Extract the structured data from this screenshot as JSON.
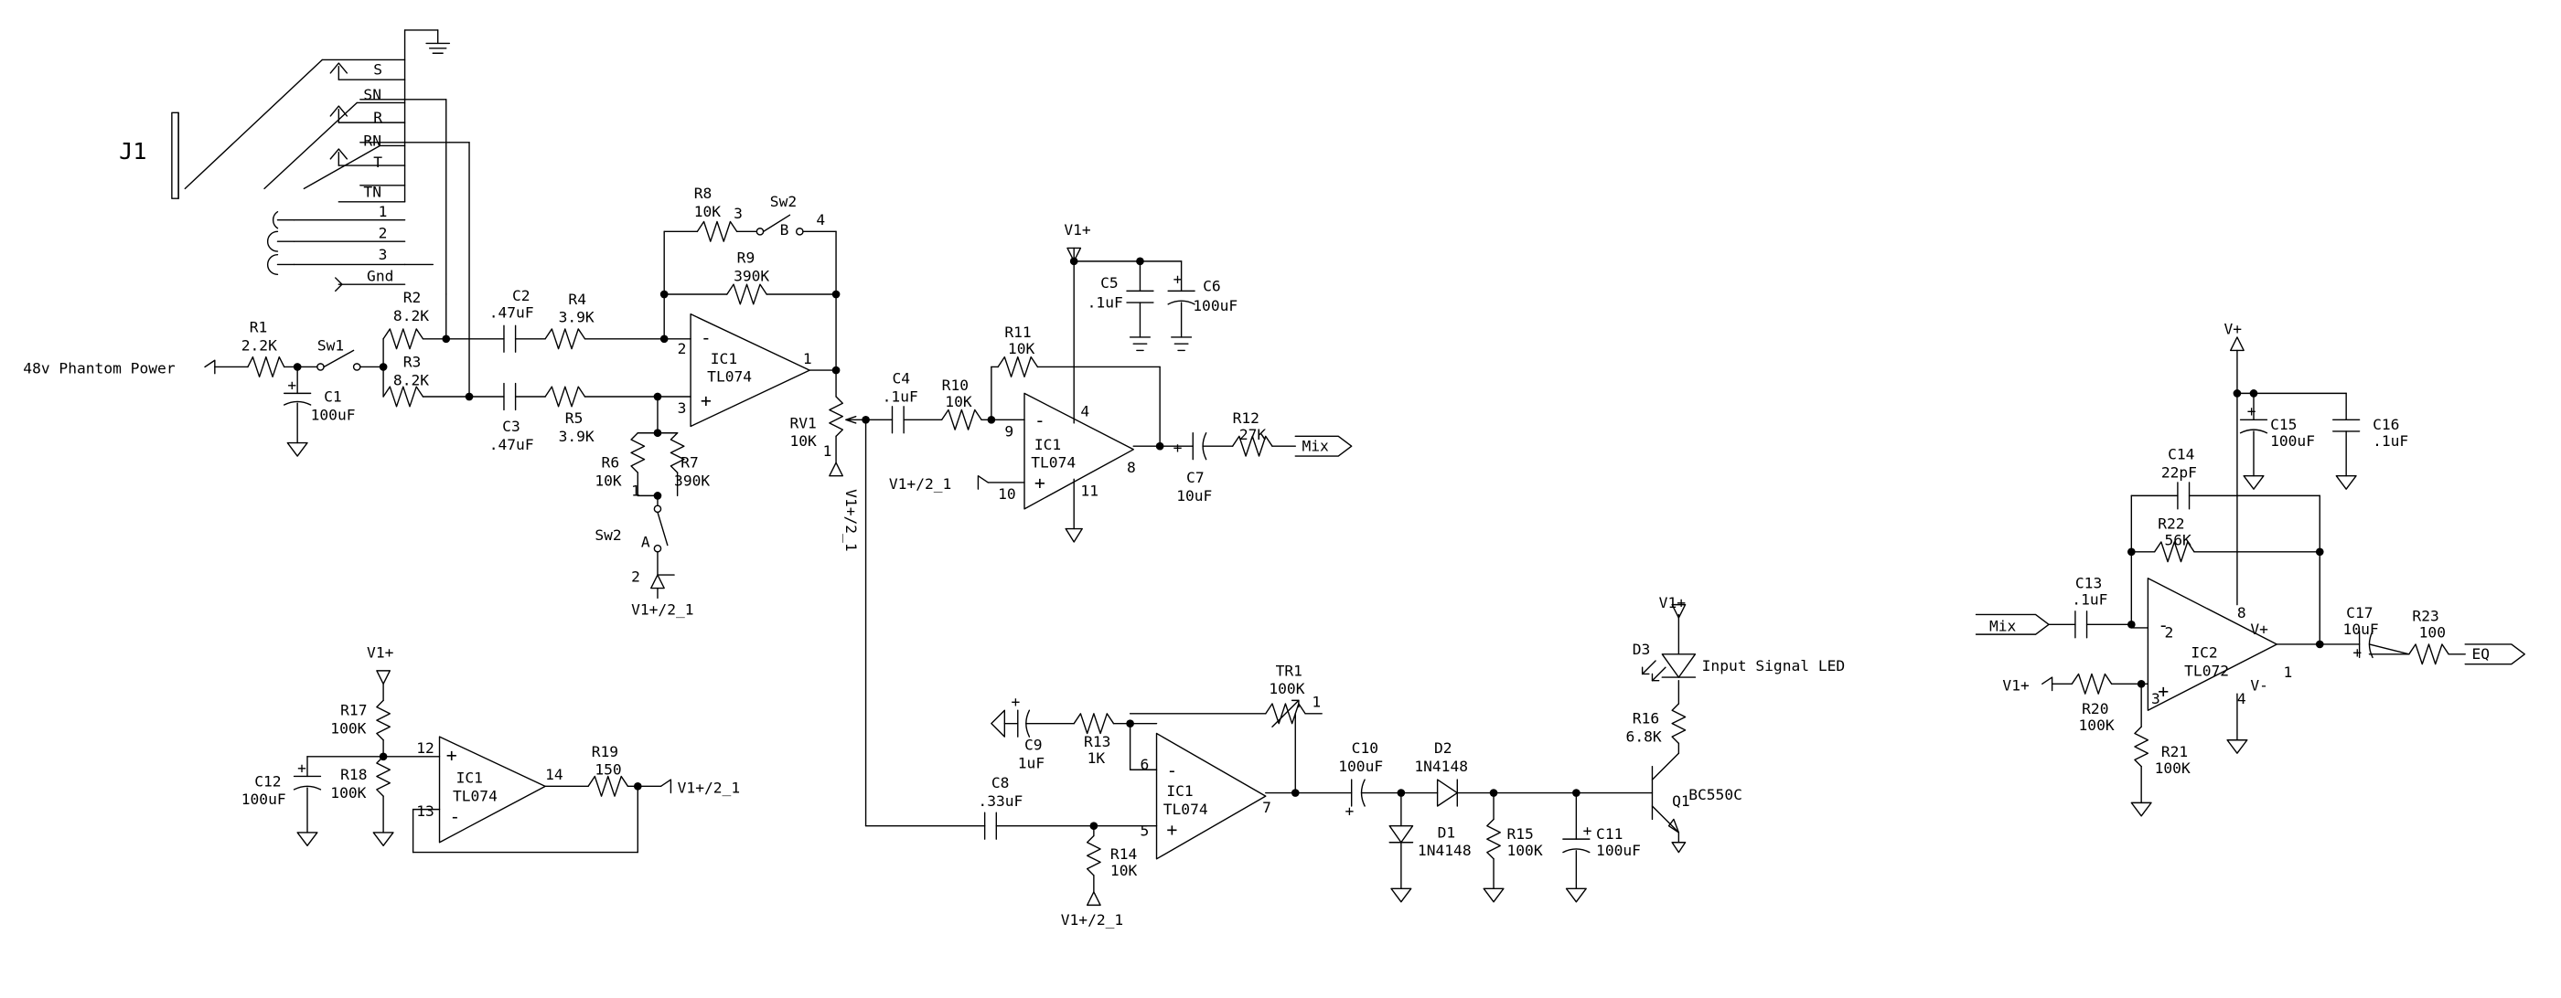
{
  "components": {
    "J1": [
      "J1"
    ],
    "R1": [
      "R1",
      "2.2K"
    ],
    "R2": [
      "R2",
      "8.2K"
    ],
    "R3": [
      "R3",
      "8.2K"
    ],
    "R4": [
      "R4",
      "3.9K"
    ],
    "R5": [
      "R5",
      "3.9K"
    ],
    "R6": [
      "R6",
      "10K"
    ],
    "R7": [
      "R7",
      "390K"
    ],
    "R8": [
      "R8",
      "10K"
    ],
    "R9": [
      "R9",
      "390K"
    ],
    "R10": [
      "R10",
      "10K"
    ],
    "R11": [
      "R11",
      "10K"
    ],
    "R12": [
      "R12",
      "27K"
    ],
    "R13": [
      "R13",
      "1K"
    ],
    "R14": [
      "R14",
      "10K"
    ],
    "R15": [
      "R15",
      "100K"
    ],
    "R16": [
      "R16",
      "6.8K"
    ],
    "R17": [
      "R17",
      "100K"
    ],
    "R18": [
      "R18",
      "100K"
    ],
    "R19": [
      "R19",
      "150"
    ],
    "R20": [
      "R20",
      "100K"
    ],
    "R21": [
      "R21",
      "100K"
    ],
    "R22": [
      "R22",
      "56K"
    ],
    "R23": [
      "R23",
      "100"
    ],
    "RV1": [
      "RV1",
      "10K"
    ],
    "TR1": [
      "TR1",
      "100K"
    ],
    "C1": [
      "C1",
      "100uF"
    ],
    "C2": [
      "C2",
      ".47uF"
    ],
    "C3": [
      "C3",
      ".47uF"
    ],
    "C4": [
      "C4",
      ".1uF"
    ],
    "C5": [
      "C5",
      ".1uF"
    ],
    "C6": [
      "C6",
      "100uF"
    ],
    "C7": [
      "C7",
      "10uF"
    ],
    "C8": [
      "C8",
      ".33uF"
    ],
    "C9": [
      "C9",
      "1uF"
    ],
    "C10": [
      "C10",
      "100uF"
    ],
    "C11": [
      "C11",
      "100uF"
    ],
    "C12": [
      "C12",
      "100uF"
    ],
    "C13": [
      "C13",
      ".1uF"
    ],
    "C14": [
      "C14",
      "22pF"
    ],
    "C15": [
      "C15",
      "100uF"
    ],
    "C16": [
      "C16",
      ".1uF"
    ],
    "C17": [
      "C17",
      "10uF"
    ],
    "D1": [
      "D1",
      "1N4148"
    ],
    "D2": [
      "D2",
      "1N4148"
    ],
    "D3": [
      "D3"
    ],
    "Q1": [
      "Q1",
      "BC550C"
    ],
    "IC1A": [
      "IC1",
      "TL074"
    ],
    "IC1B": [
      "IC1",
      "TL074"
    ],
    "IC1C": [
      "IC1",
      "TL074"
    ],
    "IC1D": [
      "IC1",
      "TL074"
    ],
    "IC2": [
      "IC2",
      "TL072"
    ],
    "SW1": [
      "Sw1"
    ],
    "SW2A": [
      "Sw2",
      "A"
    ],
    "SW2B": [
      "Sw2",
      "B"
    ]
  },
  "jack": {
    "contacts": [
      "S",
      "SN",
      "R",
      "RN",
      "T",
      "TN"
    ],
    "pins": [
      "1",
      "2",
      "3",
      "Gnd"
    ]
  },
  "pins": {
    "ic1a": [
      "2",
      "3",
      "1"
    ],
    "ic1b": [
      "9",
      "10",
      "4",
      "11",
      "8"
    ],
    "ic1c": [
      "6",
      "5",
      "7"
    ],
    "ic1d": [
      "12",
      "13",
      "14"
    ],
    "ic2": [
      "2",
      "3",
      "8",
      "4",
      "1",
      "V+",
      "V-"
    ],
    "sw2a": [
      "1",
      "2"
    ],
    "sw2b": [
      "3",
      "4"
    ],
    "rv1": [
      "1"
    ],
    "tr1": [
      "1"
    ]
  },
  "signs": {
    "minus": "-",
    "plus": "+"
  },
  "nets": {
    "phantom": "48v Phantom Power",
    "v1p": "V1+",
    "v1p2": "V1+/2_1",
    "vp": "V+",
    "mix": "Mix",
    "eq": "EQ",
    "led": "Input Signal LED"
  }
}
